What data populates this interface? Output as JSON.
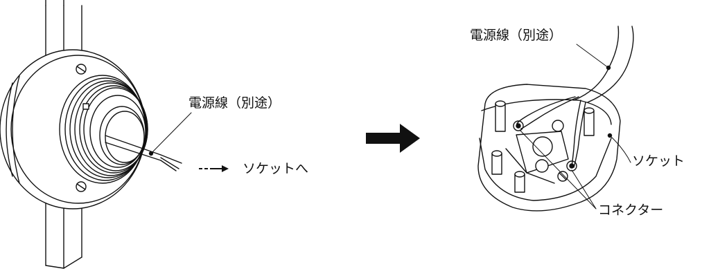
{
  "left_figure": {
    "cable_label": "電源線（別途）",
    "to_socket_label": "ソケットへ"
  },
  "right_figure": {
    "cable_label": "電源線（別途）",
    "socket_label": "ソケット",
    "connector_label": "コネクター"
  },
  "colors": {
    "line": "#111111",
    "background": "#ffffff"
  },
  "icons": {
    "transition_arrow": "right-arrow-icon",
    "dashed_arrow": "dashed-right-arrow-icon"
  }
}
